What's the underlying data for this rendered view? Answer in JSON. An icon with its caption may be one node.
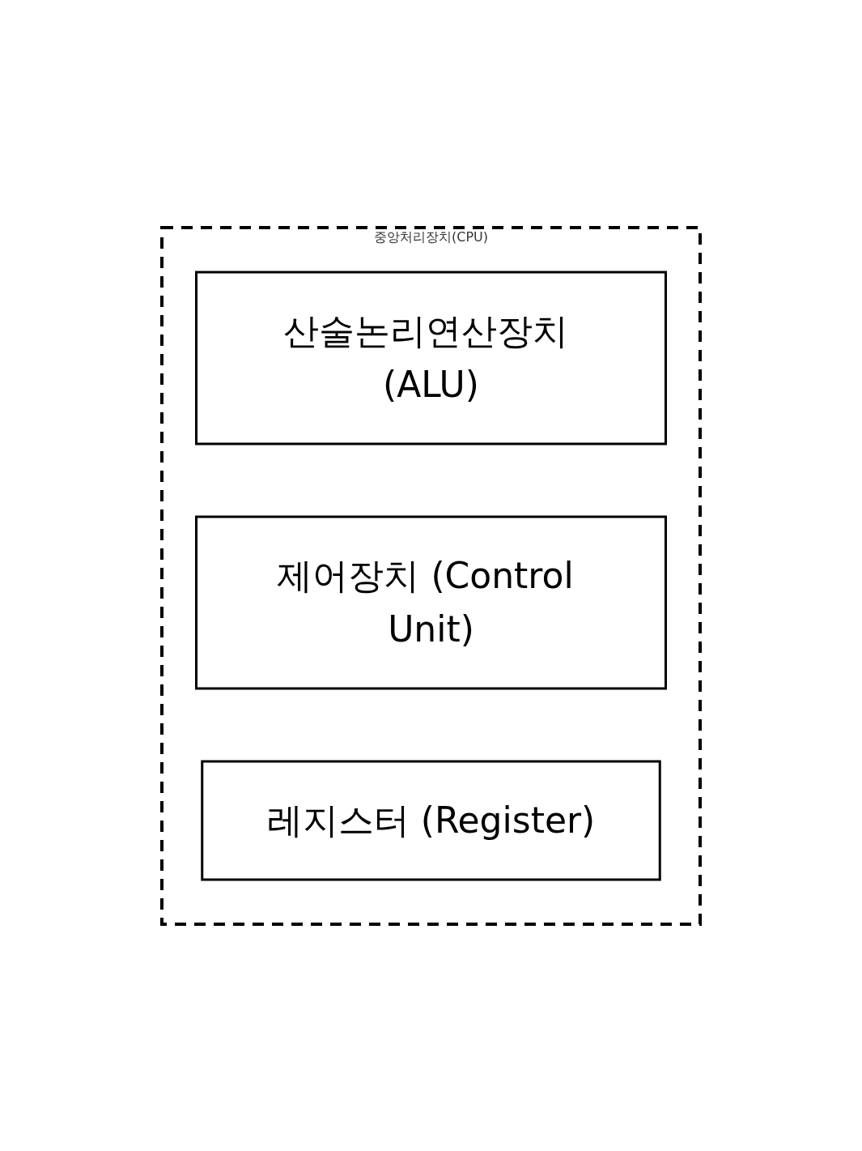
{
  "diagram": {
    "nodes": [
      {
        "text": [
          "중앙처리장치(CPU)"
        ]
      },
      {
        "text": [
          "산술논리연산장치 (ALU)"
        ],
        "in": 0
      },
      {
        "text": [
          "제어장치 (Control Unit)"
        ],
        "in": 0
      },
      {
        "text": [
          "레지스터 (Register)"
        ],
        "in": 0
      }
    ]
  }
}
